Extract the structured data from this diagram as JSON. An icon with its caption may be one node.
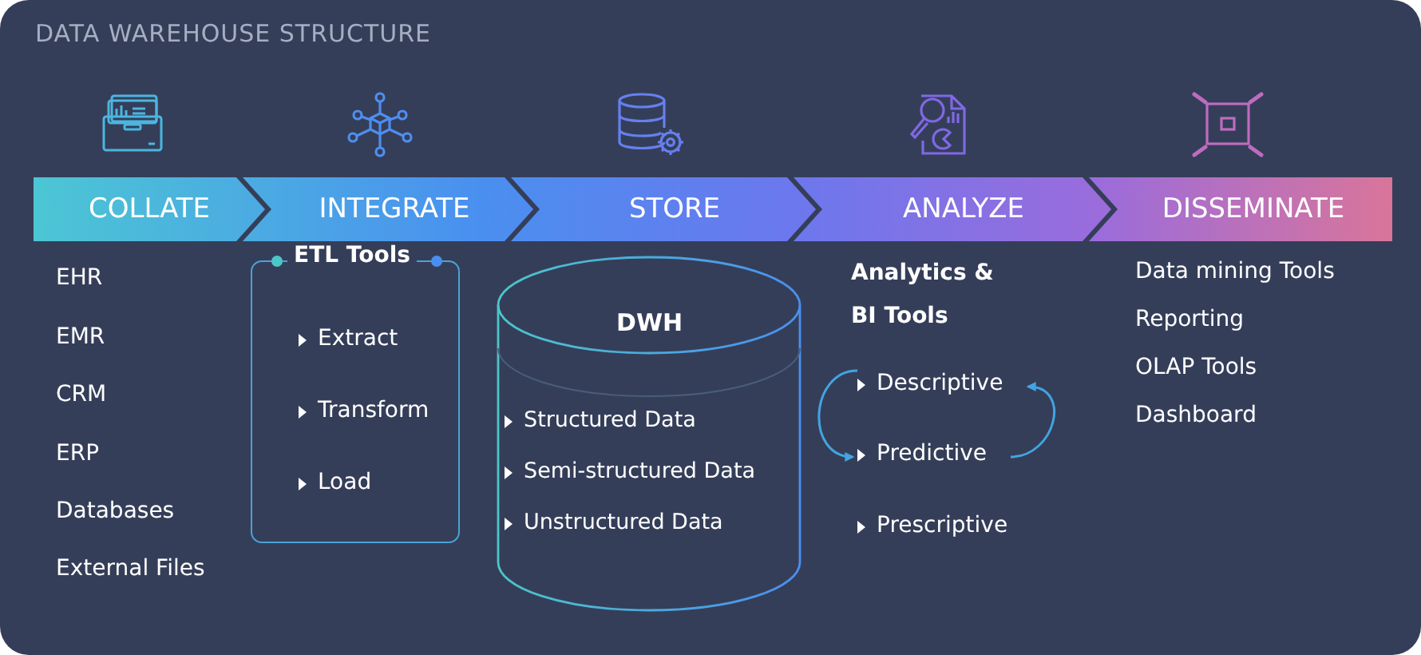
{
  "diagram": {
    "title": "DATA WAREHOUSE STRUCTURE",
    "nodes": [
      {
        "text": [
          "COLLATE"
        ]
      },
      {
        "text": [
          "INTEGRATE"
        ]
      },
      {
        "text": [
          "STORE"
        ]
      },
      {
        "text": [
          "ANALYZE"
        ]
      },
      {
        "text": [
          "DISSEMINATE"
        ]
      },
      {
        "text": [
          "ETL Tools",
          "Extract",
          "Transform",
          "Load"
        ]
      },
      {
        "text": [
          "DWH",
          "Structured Data",
          "Semi-structured Data",
          "Unstructured Data"
        ]
      },
      {
        "text": [
          "Descriptive"
        ]
      },
      {
        "text": [
          "Predictive"
        ]
      }
    ],
    "edges": [
      {
        "from": 7,
        "to": 8,
        "arrow": "to"
      },
      {
        "from": 8,
        "to": 7,
        "arrow": "to"
      }
    ],
    "labels": [
      "EHR",
      "EMR",
      "CRM",
      "ERP",
      "Databases",
      "External Files",
      "Analytics & BI Tools",
      "Prescriptive",
      "Data mining Tools",
      "Reporting",
      "OLAP Tools",
      "Dashboard"
    ]
  }
}
